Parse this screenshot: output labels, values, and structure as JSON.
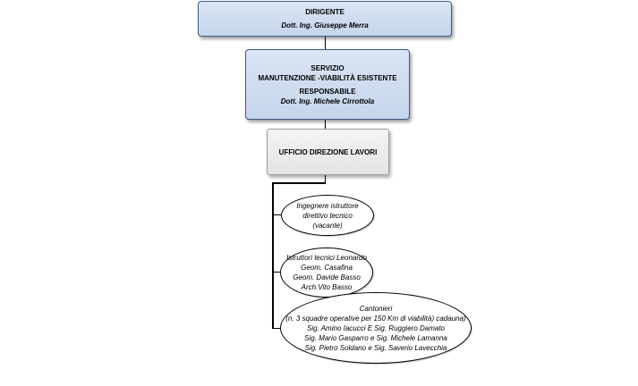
{
  "dirigente": {
    "title": "DIRIGENTE",
    "name": "Dott. Ing. Giuseppe Merra"
  },
  "servizio": {
    "line1": "SERVIZIO",
    "line2": "MANUTENZIONE -VIABILITÀ ESISTENTE",
    "role": "RESPONSABILE",
    "name": "Dott. Ing. Michele Cirrottola"
  },
  "ufficio": {
    "title": "UFFICIO DIREZIONE LAVORI"
  },
  "staff": [
    {
      "lines": [
        "Ingegnere istruttore",
        "direttivo tecnico",
        "(vacante)"
      ]
    },
    {
      "lines": [
        "Istruttori tecnici Leonardo",
        "Geom. Casafina",
        "Geom. Davide Basso",
        "Arch.Vito Basso"
      ]
    },
    {
      "lines": [
        "Cantonieri",
        "(n. 3 squadre operative per 150 Km di viabilità) cadauna)",
        "Sig. Amino Iacucci E Sig. Ruggiero Damato",
        "Sig. Mario Gasparro e Sig. Michele Lamanna",
        "Sig. Pietro Soldano e Sig. Saverio Lavecchia"
      ]
    }
  ]
}
